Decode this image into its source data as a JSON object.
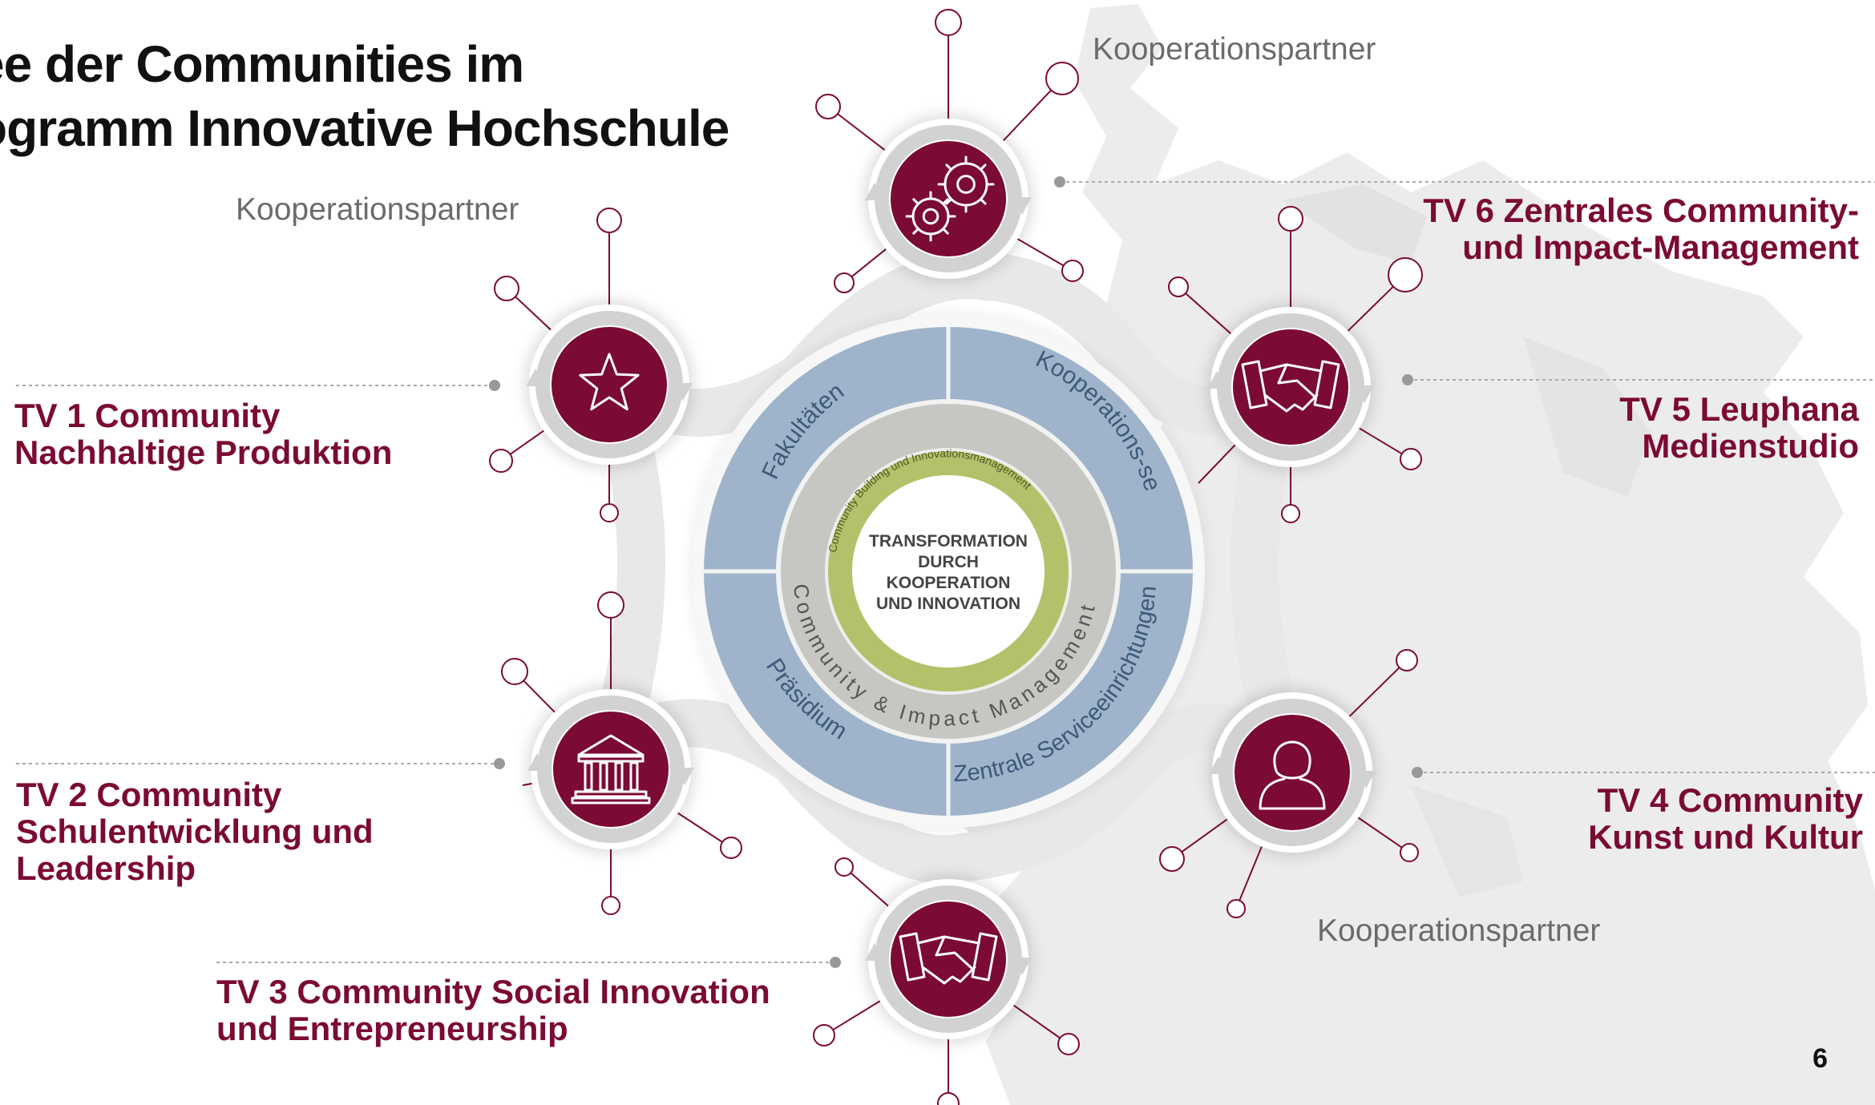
{
  "title": {
    "line1": "ee der Communities im",
    "line2": "ogramm Innovative Hochschule"
  },
  "partners": {
    "top_right": "Kooperationspartner",
    "top_left": "Kooperationspartner",
    "bottom_right": "Kooperationspartner"
  },
  "tv": {
    "tv1": {
      "line1": "TV 1 Community",
      "line2": "Nachhaltige Produktion"
    },
    "tv2": {
      "line1": "TV 2 Community",
      "line2": "Schulentwicklung und",
      "line3": "Leadership"
    },
    "tv3": {
      "line1": "TV 3 Community Social Innovation",
      "line2": "und Entrepreneurship"
    },
    "tv4": {
      "line1": "TV 4 Community",
      "line2": "Kunst und Kultur"
    },
    "tv5": {
      "line1": "TV 5 Leuphana",
      "line2": "Medienstudio"
    },
    "tv6": {
      "line1": "TV 6 Zentrales Community-",
      "line2": "und Impact-Management"
    }
  },
  "ring": {
    "quadrants": {
      "top_left": "Fakultäten",
      "top_right": "Kooperations-service",
      "bottom_left": "Präsidium",
      "bottom_right": "Zentrale Serviceeinrichtungen"
    },
    "middle": "Community & Impact Management",
    "green": "Community Building und Innovationsmanagement",
    "center": {
      "line1": "TRANSFORMATION",
      "line2": "DURCH",
      "line3": "KOOPERATION",
      "line4": "UND INNOVATION"
    }
  },
  "icons": {
    "top": "gears-icon",
    "upper_right": "handshake-icon",
    "lower_right": "person-icon",
    "bottom": "handshake-icon",
    "lower_left": "institution-icon",
    "upper_left": "star-icon"
  },
  "page_number": "6",
  "colors": {
    "brand": "#7b0a34",
    "quadrant_blue": "#9fb4ca",
    "ring_grey": "#c4c4c0",
    "ring_green": "#b3c26a",
    "map_grey": "#eaeaea"
  }
}
